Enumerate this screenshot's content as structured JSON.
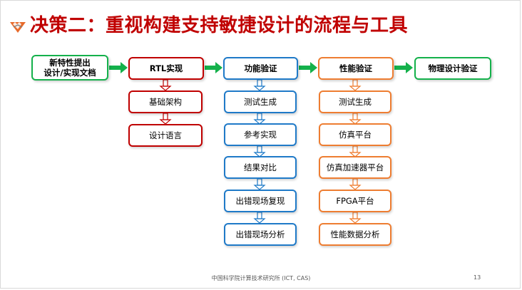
{
  "slide": {
    "title": "决策二：重视构建支持敏捷设计的流程与工具",
    "footer": "中国科学院计算技术研究所 (ICT, CAS)",
    "page_number": "13"
  },
  "flow": {
    "start_line1": "新特性提出",
    "start_line2": "设计/实现文档",
    "rtl": "RTL实现",
    "functional": "功能验证",
    "performance": "性能验证",
    "physical": "物理设计验证"
  },
  "rtl_steps": [
    "基础架构",
    "设计语言"
  ],
  "functional_steps": [
    "测试生成",
    "参考实现",
    "结果对比",
    "出错现场复现",
    "出错现场分析"
  ],
  "performance_steps": [
    "测试生成",
    "仿真平台",
    "仿真加速器平台",
    "FPGA平台",
    "性能数据分析"
  ],
  "colors": {
    "title": "#c00000",
    "green": "#14b14b",
    "red": "#c00000",
    "blue": "#1f7ac8",
    "orange": "#ee7d31"
  }
}
